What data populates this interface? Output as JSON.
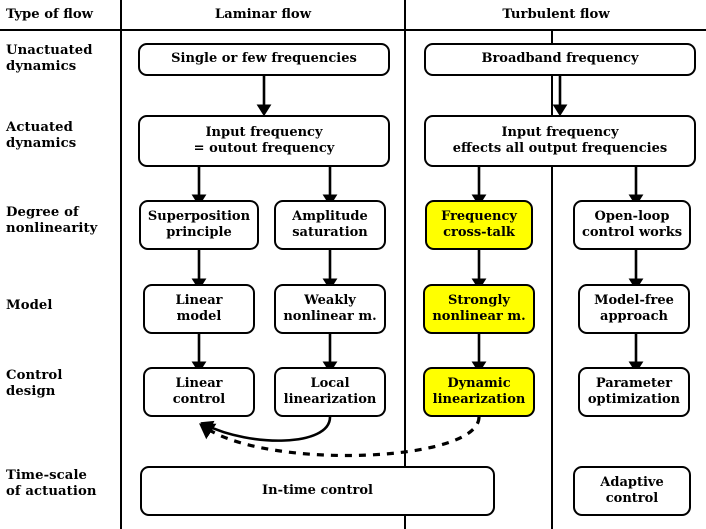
{
  "figure": {
    "header_row": {
      "corner_label": "Type of flow",
      "columns": [
        {
          "id": "laminar",
          "label": "Laminar flow"
        },
        {
          "id": "turbulent",
          "label": "Turbulent flow"
        }
      ]
    },
    "row_labels": [
      {
        "id": "unactuated-dynamics",
        "label": "Unactuated\ndynamics"
      },
      {
        "id": "actuated-dynamics",
        "label": "Actuated\ndynamics"
      },
      {
        "id": "degree-of-nonlinearity",
        "label": "Degree of\nnonlinearity"
      },
      {
        "id": "model",
        "label": "Model"
      },
      {
        "id": "control-design",
        "label": "Control\ndesign"
      },
      {
        "id": "time-scale-of-actuation",
        "label": "Time-scale\nof actuation"
      }
    ],
    "boxes": [
      {
        "id": "single-or-few-frequencies",
        "label": "Single or few frequencies",
        "highlight": false
      },
      {
        "id": "broadband-frequency",
        "label": "Broadband frequency",
        "highlight": false
      },
      {
        "id": "input-frequency-equals-output-frequency",
        "label": "Input frequency\n= outout frequency",
        "highlight": false
      },
      {
        "id": "input-frequency-effects-all-output-frequencies",
        "label": "Input frequency\neffects all output frequencies",
        "highlight": false
      },
      {
        "id": "superposition-principle",
        "label": "Superposition\nprinciple",
        "highlight": false
      },
      {
        "id": "amplitude-saturation",
        "label": "Amplitude\nsaturation",
        "highlight": false
      },
      {
        "id": "frequency-cross-talk",
        "label": "Frequency\ncross-talk",
        "highlight": true
      },
      {
        "id": "open-loop-control-works",
        "label": "Open-loop\ncontrol works",
        "highlight": false
      },
      {
        "id": "linear-model",
        "label": "Linear\nmodel",
        "highlight": false
      },
      {
        "id": "weakly-nonlinear-model",
        "label": "Weakly\nnonlinear m.",
        "highlight": false
      },
      {
        "id": "strongly-nonlinear-model",
        "label": "Strongly\nnonlinear m.",
        "highlight": true
      },
      {
        "id": "model-free-approach",
        "label": "Model-free\napproach",
        "highlight": false
      },
      {
        "id": "linear-control",
        "label": "Linear\ncontrol",
        "highlight": false
      },
      {
        "id": "local-linearization",
        "label": "Local\nlinearization",
        "highlight": false
      },
      {
        "id": "dynamic-linearization",
        "label": "Dynamic\nlinearization",
        "highlight": true
      },
      {
        "id": "parameter-optimization",
        "label": "Parameter\noptimization",
        "highlight": false
      },
      {
        "id": "in-time-control",
        "label": "In-time control",
        "highlight": false
      },
      {
        "id": "adaptive-control",
        "label": "Adaptive\ncontrol",
        "highlight": false
      }
    ],
    "colors": {
      "highlight": "#ffff00",
      "line": "#000000",
      "background": "#ffffff"
    }
  }
}
